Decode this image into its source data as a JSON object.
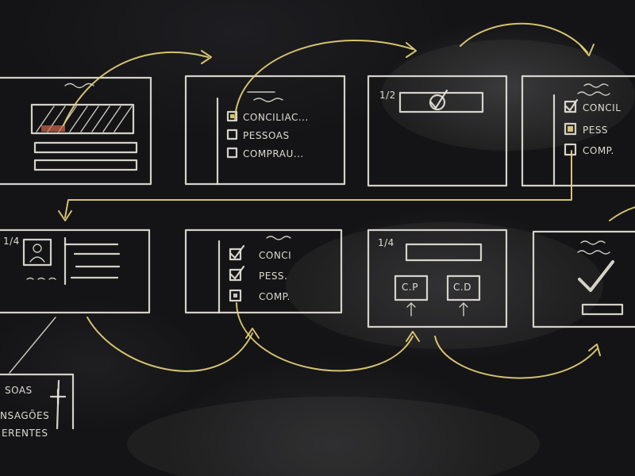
{
  "sketch": {
    "frame2": {
      "items": [
        {
          "label": "CONCILIAC...",
          "checked": false
        },
        {
          "label": "PESSOAS",
          "checked": false
        },
        {
          "label": "COMPRAU...",
          "checked": false
        }
      ]
    },
    "frame3": {
      "page": "1/2"
    },
    "frame4": {
      "items": [
        {
          "label": "CONCIL",
          "checked": true
        },
        {
          "label": "PESS",
          "checked": false
        },
        {
          "label": "COMP.",
          "checked": false
        }
      ]
    },
    "frame5": {
      "page": "1/4"
    },
    "frame6": {
      "items": [
        {
          "label": "CONCI",
          "checked": true
        },
        {
          "label": "PESS.",
          "checked": true
        },
        {
          "label": "COMP.",
          "checked": false
        }
      ]
    },
    "frame7": {
      "page": "1/4",
      "button_left": "C.P",
      "button_right": "C.D"
    },
    "note": {
      "lines": [
        "SOAS",
        "NSAGÕES",
        "ERENTES"
      ]
    }
  },
  "colors": {
    "board": "#141416",
    "chalk": "#e8e6dc",
    "highlight": "#e9d57a"
  }
}
